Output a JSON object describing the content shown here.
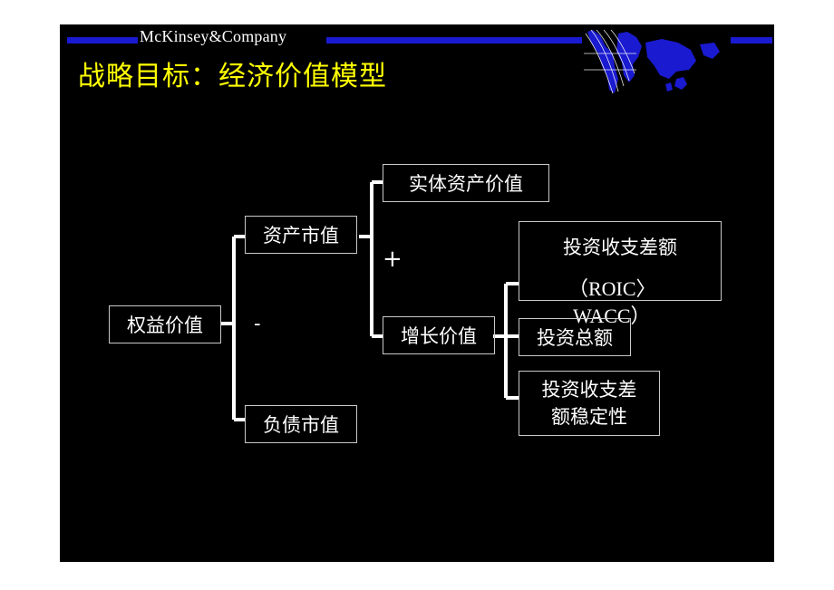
{
  "header": {
    "brand": "McKinsey&Company",
    "title": "战略目标：经济价值模型"
  },
  "colors": {
    "background": "#000000",
    "title": "#ffff00",
    "bar": "#1a1ad0",
    "text": "#ffffff",
    "box_border": "#c8c8c8"
  },
  "tree": {
    "root": "权益价值",
    "minus": "-",
    "plus": "+",
    "asset_market_value": "资产市值",
    "debt_market_value": "负债市值",
    "entity_asset_value": "实体资产价值",
    "growth_value": "增长价值",
    "spread": "投资收支差额",
    "roic": "（ROIC〉",
    "wacc": "WACC）",
    "total_investment": "投资总额",
    "spread_stability_line1": "投资收支差",
    "spread_stability_line2": "额稳定性"
  },
  "decoration": {
    "globe": "world-map-icon"
  }
}
